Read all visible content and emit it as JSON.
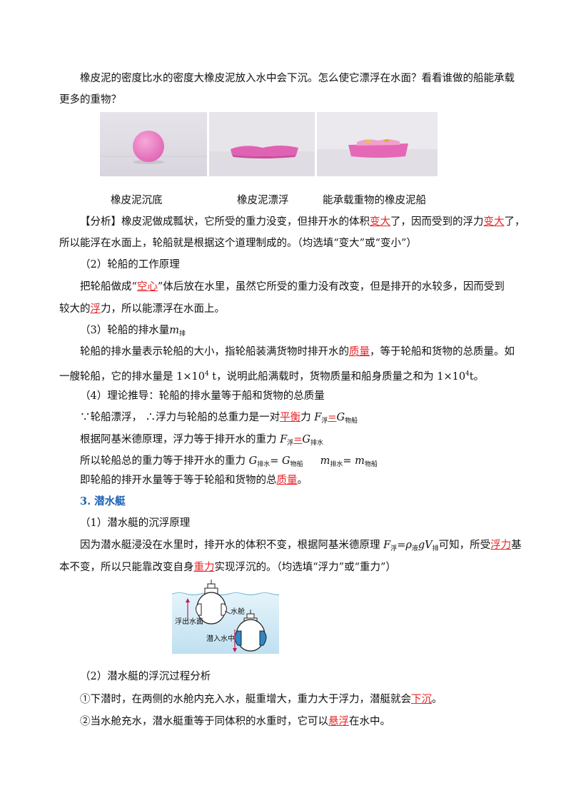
{
  "intro": {
    "line1": "橡皮泥的密度比水的密度大橡皮泥放入水中会下沉。怎么使它漂浮在水面？看看谁做的船能承载",
    "line2": "更多的重物？"
  },
  "captions": {
    "c1": "橡皮泥沉底",
    "c2": "橡皮泥漂浮",
    "c3": "能承载重物的橡皮泥船"
  },
  "analysis": {
    "a1_pre": "【分析】橡皮泥做成瓢状，它所受的重力没变，但排开水的体积",
    "a1_ans1": "变大",
    "a1_mid": "了，因而受到的浮力",
    "a1_ans2": "变大",
    "a1_post": "了，",
    "a2": "所以能浮在水面上，轮船就是根据这个道理制成的。（均选填“变大”或“变小”）"
  },
  "ship": {
    "h2": "（2）轮船的工作原理",
    "p1_pre": "把轮船做成“",
    "p1_ans": "空心",
    "p1_post": "”体后放在水里，虽然它所受的重力没有改变，但是排开的水较多，因而受到",
    "p2_pre": "较大的",
    "p2_ans": "浮",
    "p2_post": "力，所以能漂浮在水面上。",
    "h3_text": "（3）轮船的排水量",
    "h3_m": "m",
    "h3_sub": "排",
    "p3_pre": "轮船的排水量表示轮船的大小，指轮船装满货物时排开水的",
    "p3_ans": "质量",
    "p3_post": "，等于轮船和货物的总质量。如",
    "p4_a": "一艘轮船，它的排水量是 1×10",
    "p4_sup1": "4",
    "p4_b": " t，说明此船满载时，货物质量和船身质量之和为 1×10",
    "p4_sup2": "4",
    "p4_c": "t。",
    "h4": "（4）理论推导：轮船的排水量等于船和货物的总质量",
    "d1_a": "∵轮船漂浮，    ∴浮力与轮船的总重力是一对",
    "d1_ans": "平衡",
    "d1_b": "力  ",
    "d1_F": "F",
    "d1_sub1": "浮",
    "d1_eq": "=",
    "d1_G": "G",
    "d1_sub2": "物船",
    "d2_a": "根据阿基米德原理，浮力等于排开水的重力  ",
    "d2_F": "F",
    "d2_sub1": "浮",
    "d2_eq": "=",
    "d2_G": "G",
    "d2_sub2": "排水",
    "d3_a": "所以轮船总的重力等于排开水的重力  ",
    "d3_G1": "G",
    "d3_sub1": "排水",
    "d3_eq1": "= ",
    "d3_G2": "G",
    "d3_sub2": "物船",
    "d3_m1": "m",
    "d3_sub3": "排水",
    "d3_eq2": "= ",
    "d3_m2": "m",
    "d3_sub4": "物船",
    "d4_pre": "即轮船的排开水量等于等于轮船和货物的总",
    "d4_ans": "质量",
    "d4_post": "。"
  },
  "submarine": {
    "heading": "3. 潜水艇",
    "h1": "（1）潜水艇的沉浮原理",
    "p1_a": "因为潜水艇浸没在水里时，排开水的体积不变，根据阿基米德原理 ",
    "p1_F": "F",
    "p1_sub1": "浮",
    "p1_eq": "=ρ",
    "p1_sub2": "液",
    "p1_gV": "gV",
    "p1_sub3": "排",
    "p1_b": "可知，所受",
    "p1_ans": "浮力",
    "p1_c": "基",
    "p2_pre": "本不变，所以只能靠改变自身",
    "p2_ans": "重力",
    "p2_post": "实现浮沉的。（均选填“浮力”或“重力”）",
    "diagram": {
      "label_tank": "水舱",
      "label_up": "浮出水面",
      "label_down": "潜入水中"
    },
    "h2": "（2）潜水艇的浮沉过程分析",
    "q1_pre": "①下潜时，在两侧的水舱内充入水，艇重增大，重力大于浮力，潜艇就会",
    "q1_ans": "下沉",
    "q1_post": "。",
    "q2_pre": "②当水舱充水，潜水艇重等于同体积的水重时，它可以",
    "q2_ans": "悬浮",
    "q2_post": "在水中。"
  },
  "colors": {
    "answer": "#e8262a",
    "heading": "#1e63b5",
    "water": "#cbe7f4",
    "tank": "#2f87c6"
  }
}
